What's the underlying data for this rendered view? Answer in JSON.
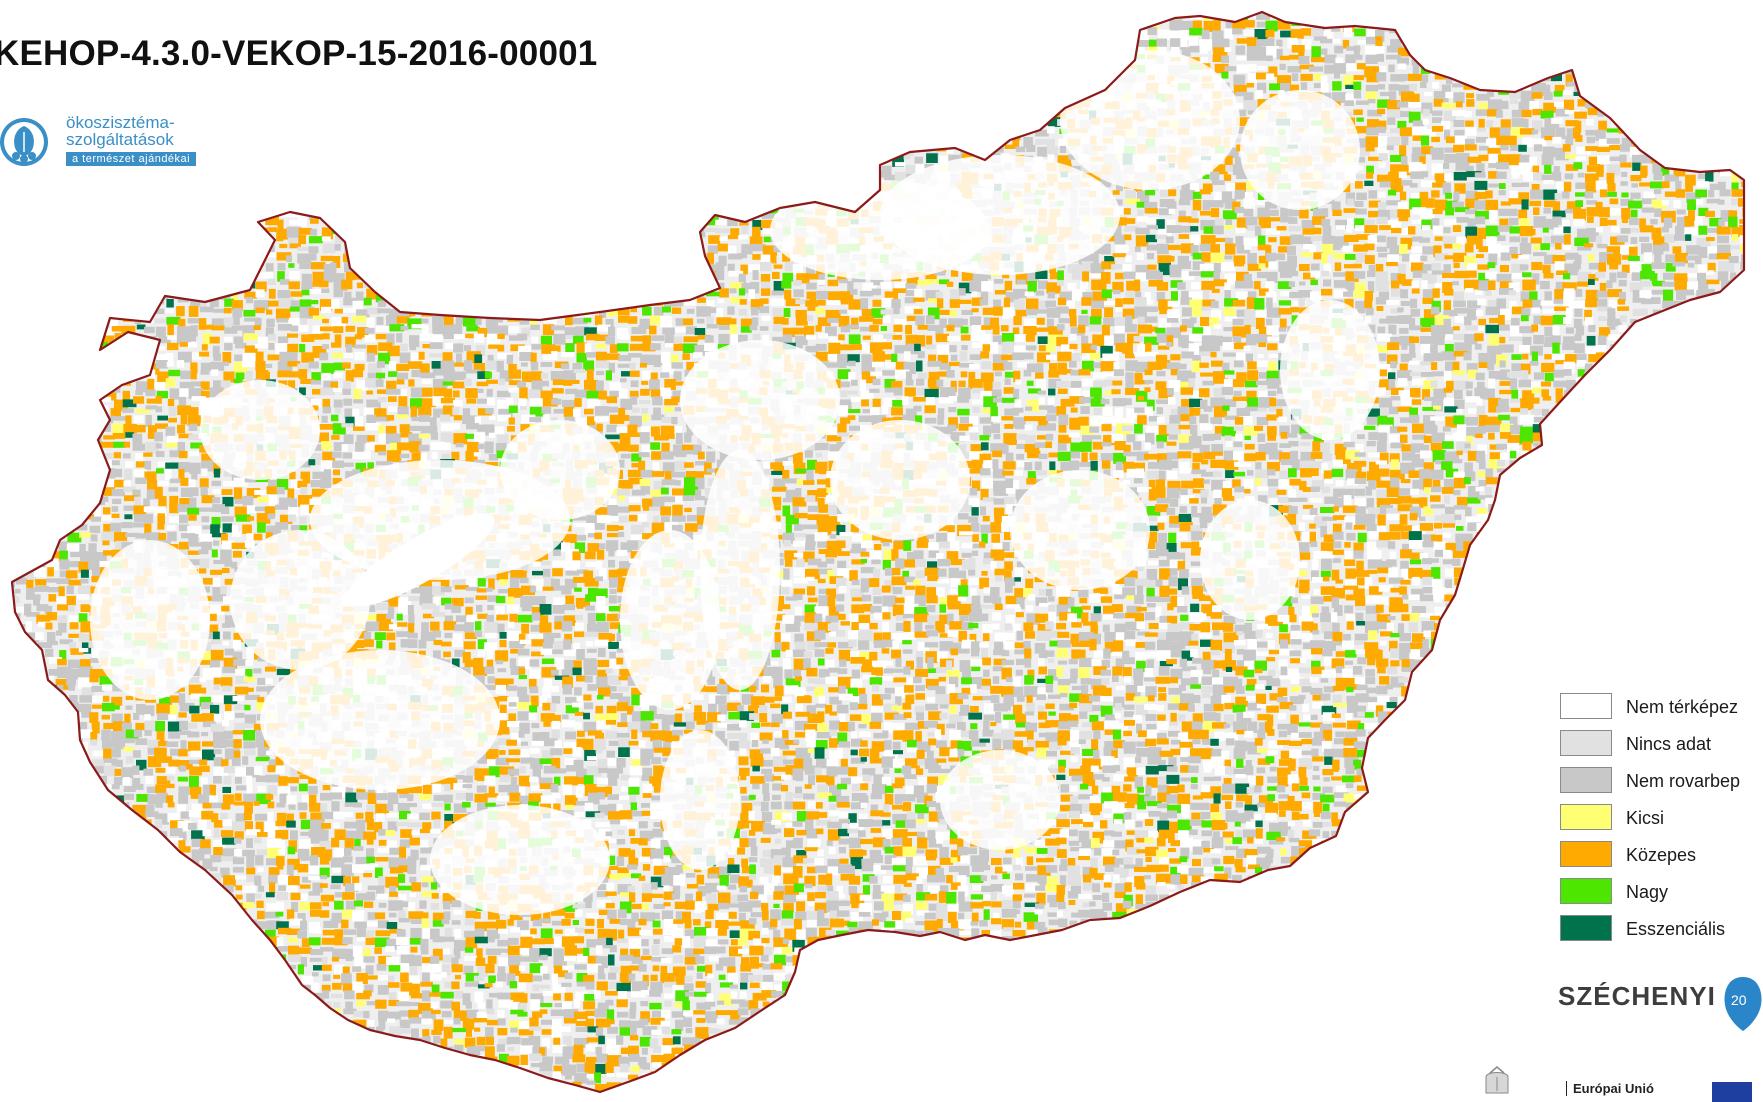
{
  "title": "KEHOP-4.3.0-VEKOP-15-2016-00001",
  "eco_logo": {
    "line1": "ökoszisztéma-",
    "line2": "szolgáltatások",
    "tagline": "a természet ajándékai",
    "color": "#3a8fc7"
  },
  "map": {
    "border_color": "#8b1a1a",
    "background": "#ffffff"
  },
  "legend": {
    "items": [
      {
        "label": "Nem térképez",
        "color": "#ffffff"
      },
      {
        "label": "Nincs adat",
        "color": "#e1e1e1"
      },
      {
        "label": "Nem rovarbep",
        "color": "#c8c8c8"
      },
      {
        "label": "Kicsi",
        "color": "#ffff73"
      },
      {
        "label": "Közepes",
        "color": "#ffaa00"
      },
      {
        "label": "Nagy",
        "color": "#4ce600"
      },
      {
        "label": "Esszenciális",
        "color": "#00734c"
      }
    ]
  },
  "footer": {
    "szechenyi": "SZÉCHENYI",
    "szechenyi_badge_text": "20",
    "eu_label": "Európai Unió"
  }
}
